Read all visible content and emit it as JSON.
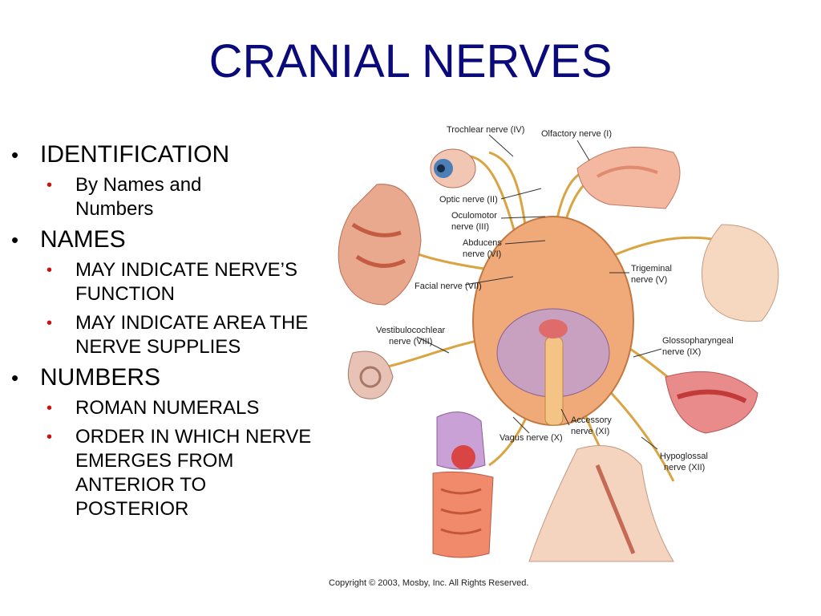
{
  "slide": {
    "title": "CRANIAL NERVES",
    "bullets": [
      {
        "text": "IDENTIFICATION",
        "sub": [
          "By Names and Numbers"
        ]
      },
      {
        "text": "NAMES",
        "sub": [
          "MAY INDICATE NERVE’S FUNCTION",
          "MAY INDICATE AREA THE NERVE SUPPLIES"
        ]
      },
      {
        "text": "NUMBERS",
        "sub": [
          "ROMAN NUMERALS",
          "ORDER IN WHICH NERVE EMERGES FROM ANTERIOR TO POSTERIOR"
        ]
      }
    ]
  },
  "diagram": {
    "labels": {
      "trochlear": "Trochlear nerve (IV)",
      "olfactory": "Olfactory nerve (I)",
      "optic": "Optic nerve (II)",
      "oculomotor_1": "Oculomotor",
      "oculomotor_2": "nerve (III)",
      "abducens_1": "Abducens",
      "abducens_2": "nerve (VI)",
      "trigeminal_1": "Trigeminal",
      "trigeminal_2": "nerve (V)",
      "facial": "Facial nerve (VII)",
      "vestibulocochlear_1": "Vestibulocochlear",
      "vestibulocochlear_2": "nerve (VIII)",
      "glossopharyngeal_1": "Glossopharyngeal",
      "glossopharyngeal_2": "nerve (IX)",
      "accessory_1": "Accessory",
      "accessory_2": "nerve (XI)",
      "vagus": "Vagus nerve (X)",
      "hypoglossal_1": "Hypoglossal",
      "hypoglossal_2": "nerve (XII)"
    },
    "copyright": "Copyright © 2003, Mosby, Inc. All Rights Reserved."
  }
}
